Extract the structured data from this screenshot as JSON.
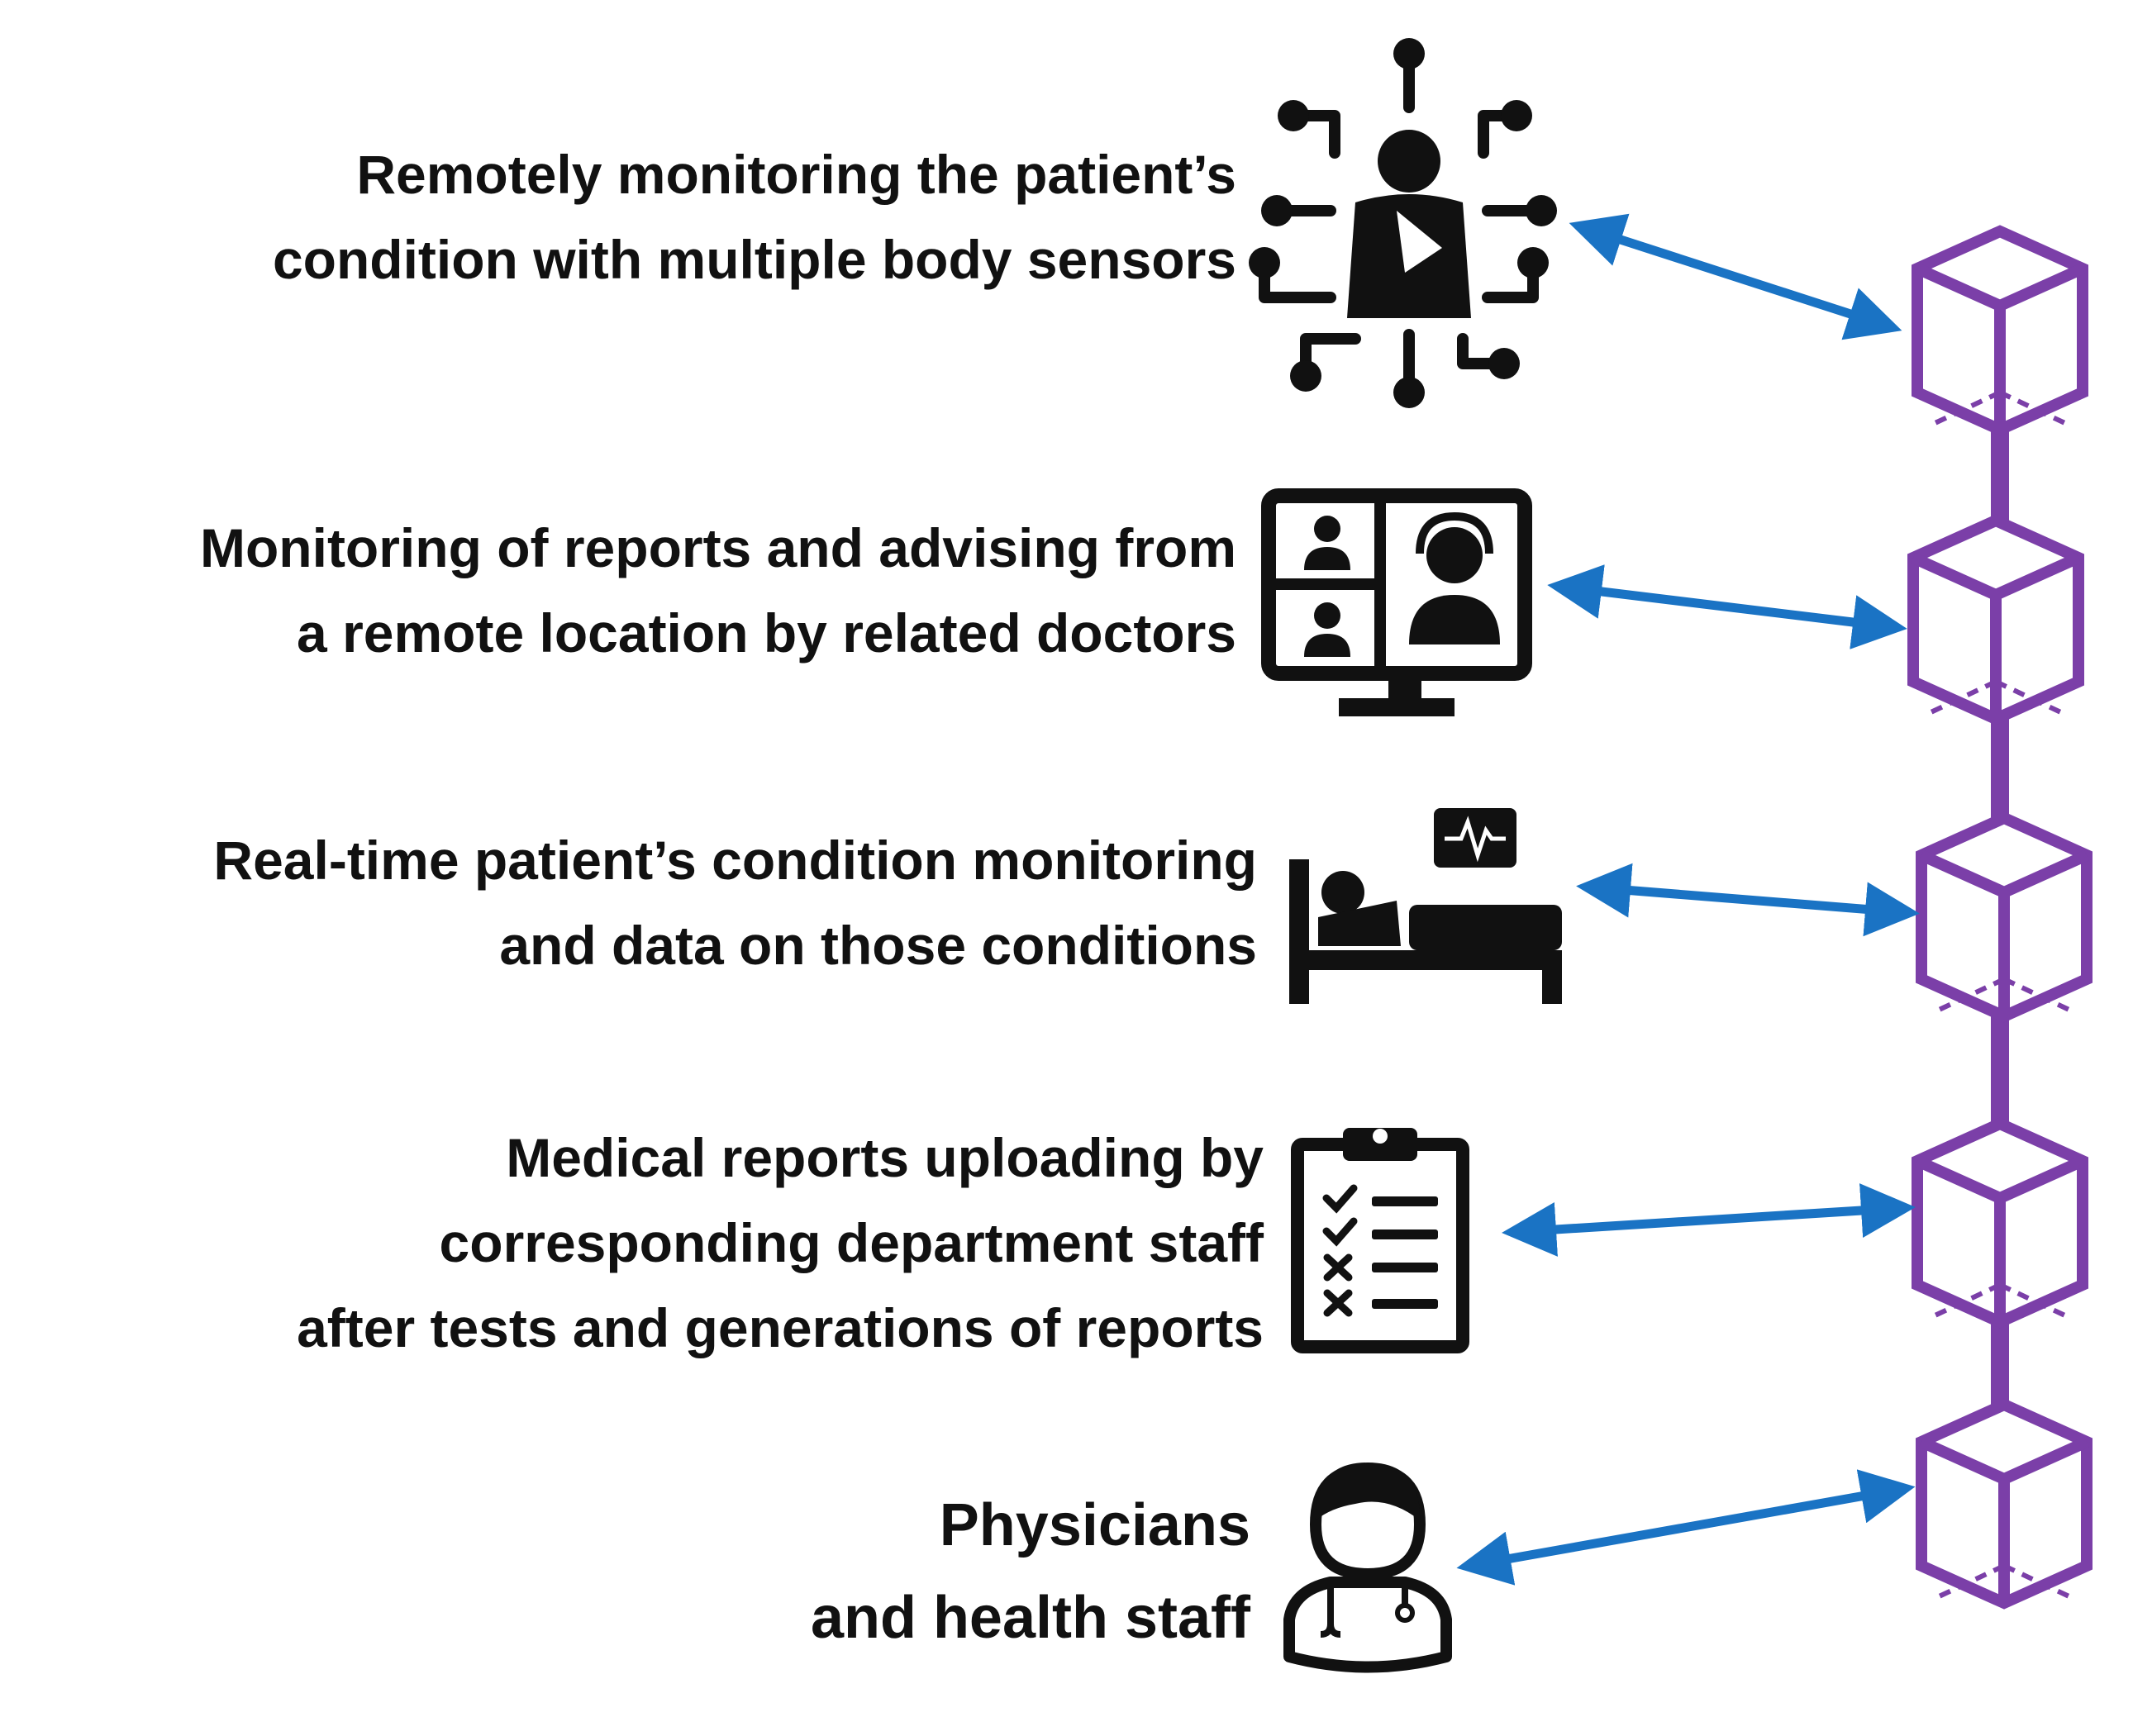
{
  "items": [
    {
      "id": "sensors",
      "icon": "patient-body-sensors-icon",
      "lines": [
        "Remotely monitoring the patient’s",
        "condition with multiple body sensors"
      ]
    },
    {
      "id": "doctors",
      "icon": "video-consultation-monitor-icon",
      "lines": [
        "Monitoring of reports and advising from",
        "a remote location by related doctors"
      ]
    },
    {
      "id": "realtime",
      "icon": "hospital-bed-heart-monitor-icon",
      "lines": [
        "Real-time patient’s condition monitoring",
        "and data on those conditions"
      ]
    },
    {
      "id": "reports",
      "icon": "clipboard-checklist-icon",
      "lines": [
        "Medical reports uploading by",
        "corresponding department staff",
        "after tests and generations of reports"
      ]
    },
    {
      "id": "physicians",
      "icon": "physician-stethoscope-icon",
      "lines": [
        "Physicians",
        "and health staff"
      ]
    }
  ],
  "blockchain": {
    "block_icon": "blockchain-cube-icon",
    "block_count": 5
  },
  "colors": {
    "text": "#111111",
    "icon": "#111111",
    "arrow": "#1a73c4",
    "chain": "#7b3fa8"
  }
}
